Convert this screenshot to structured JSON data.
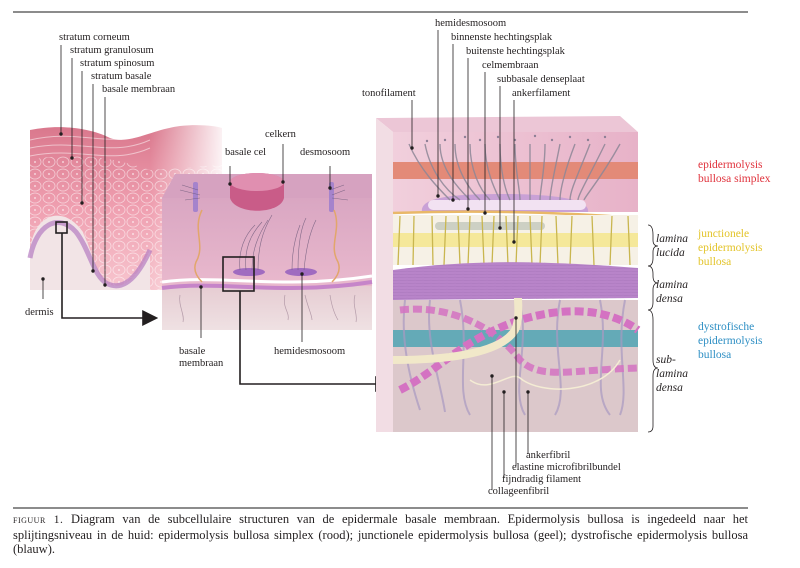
{
  "figure": {
    "labels_left": {
      "stratum_corneum": "stratum corneum",
      "stratum_granulosum": "stratum granulosum",
      "stratum_spinosum": "stratum spinosum",
      "stratum_basale": "stratum basale",
      "basale_membraan_top": "basale membraan",
      "dermis": "dermis"
    },
    "labels_middle": {
      "celkern": "celkern",
      "basale_cel": "basale cel",
      "desmosoom": "desmosoom",
      "basale_membraan": [
        "basale",
        "membraan"
      ],
      "hemidesmosoom": "hemidesmosoom"
    },
    "labels_right_top": {
      "hemidesmosoom": "hemidesmosoom",
      "binnenste_hechtingsplak": "binnenste hechtingsplak",
      "buitenste_hechtingsplak": "buitenste hechtingsplak",
      "celmembraan": "celmembraan",
      "subbasale_denseplaat": "subbasale denseplaat",
      "ankerfilament": "ankerfilament",
      "tonofilament": "tonofilament"
    },
    "labels_right_bottom": {
      "ankerfibril": "ankerfibril",
      "elastine_microfibrilbundel": "elastine microfibrilbundel",
      "fijndradig_filament": "fijndradig filament",
      "collageenfibril": "collageenfibril"
    },
    "zones": {
      "lamina_lucida": [
        "lamina",
        "lucida"
      ],
      "lamina_densa": [
        "lamina",
        "densa"
      ],
      "sub_lamina_densa": [
        "sub-",
        "lamina",
        "densa"
      ]
    },
    "categories": [
      {
        "lines": [
          "epidermolysis",
          "bullosa simplex"
        ],
        "color": "#e0323c"
      },
      {
        "lines": [
          "junctionele",
          "epidermolysis",
          "bullosa"
        ],
        "color": "#e3c42a"
      },
      {
        "lines": [
          "dystrofische",
          "epidermolysis",
          "bullosa"
        ],
        "color": "#2e8fc4"
      }
    ]
  },
  "caption": {
    "label": "figuur 1.",
    "text": "Diagram van de subcellulaire structuren van de epidermale basale membraan. Epidermolysis bullosa is ingedeeld naar het splijtingsniveau in de huid: epidermolysis bullosa simplex (rood); junctionele epidermolysis bullosa (geel); dystrofische epidermolysis bullosa (blauw)."
  }
}
